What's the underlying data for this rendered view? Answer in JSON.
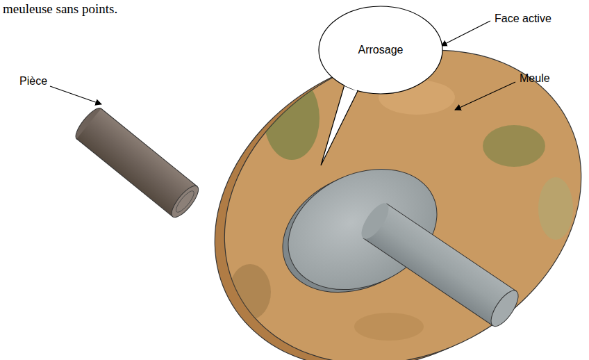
{
  "diagram": {
    "nodes": [
      {
        "text": [
          "Arrosage"
        ]
      }
    ],
    "labels": [
      "meuleuse sans points.",
      "Pièce",
      "Face active",
      "Meule"
    ]
  }
}
